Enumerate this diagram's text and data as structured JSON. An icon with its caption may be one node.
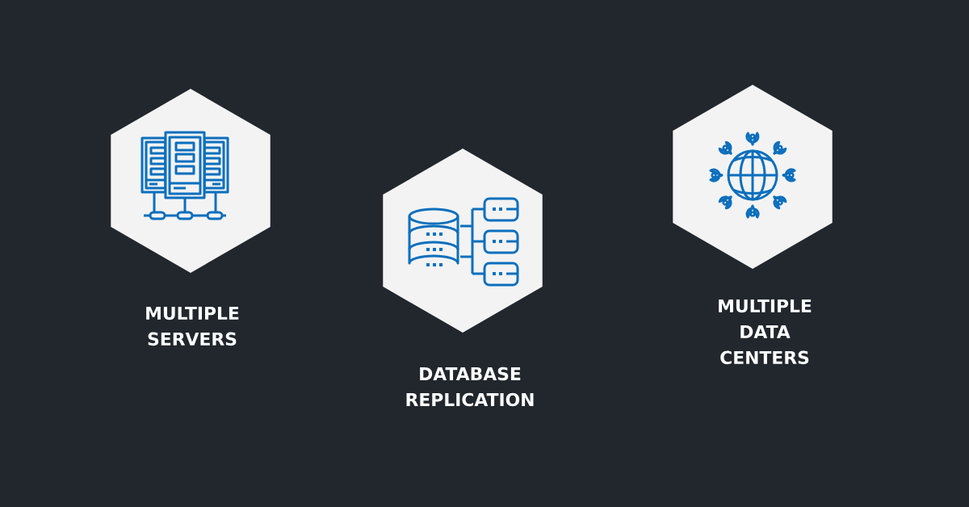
{
  "diagram": {
    "nodes": [
      {
        "text": [
          "MULTIPLE SERVERS"
        ]
      },
      {
        "text": [
          "DATABASE REPLICATION"
        ]
      },
      {
        "text": [
          "MULTIPLE DATA CENTERS"
        ]
      }
    ]
  }
}
